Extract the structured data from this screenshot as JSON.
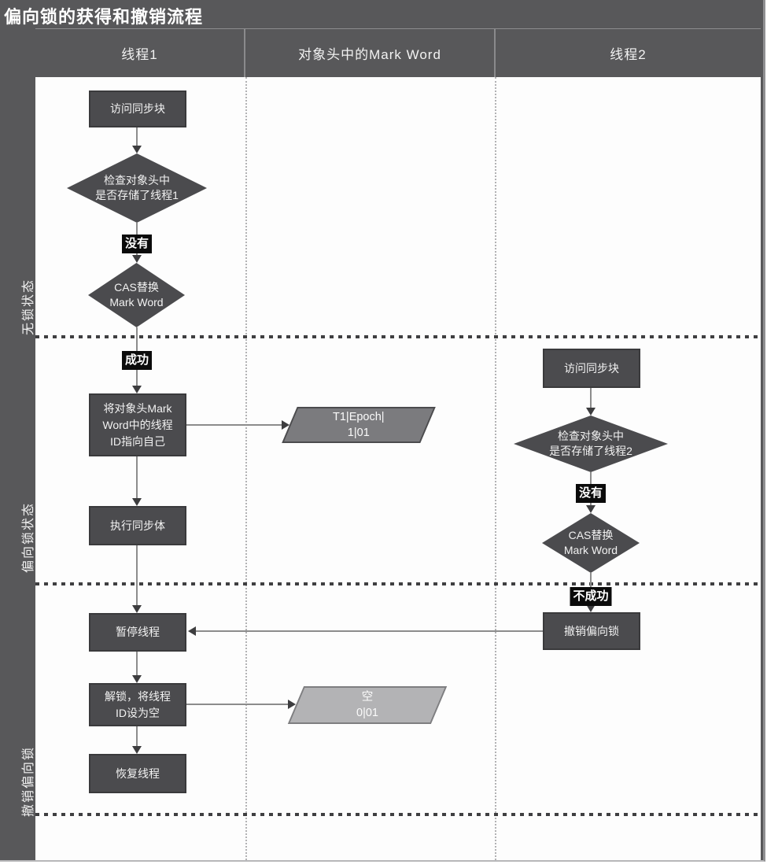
{
  "title": "偏向锁的获得和撤销流程",
  "lanes": {
    "thread1": "线程1",
    "markword": "对象头中的Mark Word",
    "thread2": "线程2"
  },
  "sections": {
    "lock_free": "无锁状态",
    "biased": "偏向锁状态",
    "revoke": "撤销偏向锁"
  },
  "nodes": {
    "t1_access": {
      "label": "访问同步块"
    },
    "t1_check": {
      "lines": [
        "检查对象头中",
        "是否存储了线程1"
      ]
    },
    "t1_no": {
      "label": "没有"
    },
    "t1_cas": {
      "lines": [
        "CAS替换",
        "Mark Word"
      ]
    },
    "t1_success": {
      "label": "成功"
    },
    "t1_set": {
      "lines": [
        "将对象头Mark",
        "Word中的线程",
        "ID指向自己"
      ]
    },
    "t1_exec": {
      "label": "执行同步体"
    },
    "t1_pause": {
      "label": "暂停线程"
    },
    "t1_unlock": {
      "lines": [
        "解锁，将线程",
        "ID设为空"
      ]
    },
    "t1_resume": {
      "label": "恢复线程"
    },
    "mw_biased": {
      "lines": [
        "T1|Epoch|",
        "1|01"
      ]
    },
    "mw_empty": {
      "lines": [
        "空",
        "0|01"
      ]
    },
    "t2_access": {
      "label": "访问同步块"
    },
    "t2_check": {
      "lines": [
        "检查对象头中",
        "是否存储了线程2"
      ]
    },
    "t2_no": {
      "label": "没有"
    },
    "t2_cas": {
      "lines": [
        "CAS替换",
        "Mark Word"
      ]
    },
    "t2_fail": {
      "label": "不成功"
    },
    "t2_revoke": {
      "label": "撤销偏向锁"
    }
  },
  "colors": {
    "canvas_bg": "#58585a",
    "content_bg": "#fdfdfd",
    "node_fill": "#4b4b4e",
    "node_border": "#3a3a3c",
    "tag_bg": "#0b0b0b",
    "parallelogram_biased": "#7b7b7e",
    "parallelogram_empty": "#b3b3b5",
    "connector": "#8c8c8c",
    "arrowhead": "#3d3d3f",
    "dashed_divider": "#3f3f41",
    "text_light": "#f2f2f2"
  }
}
